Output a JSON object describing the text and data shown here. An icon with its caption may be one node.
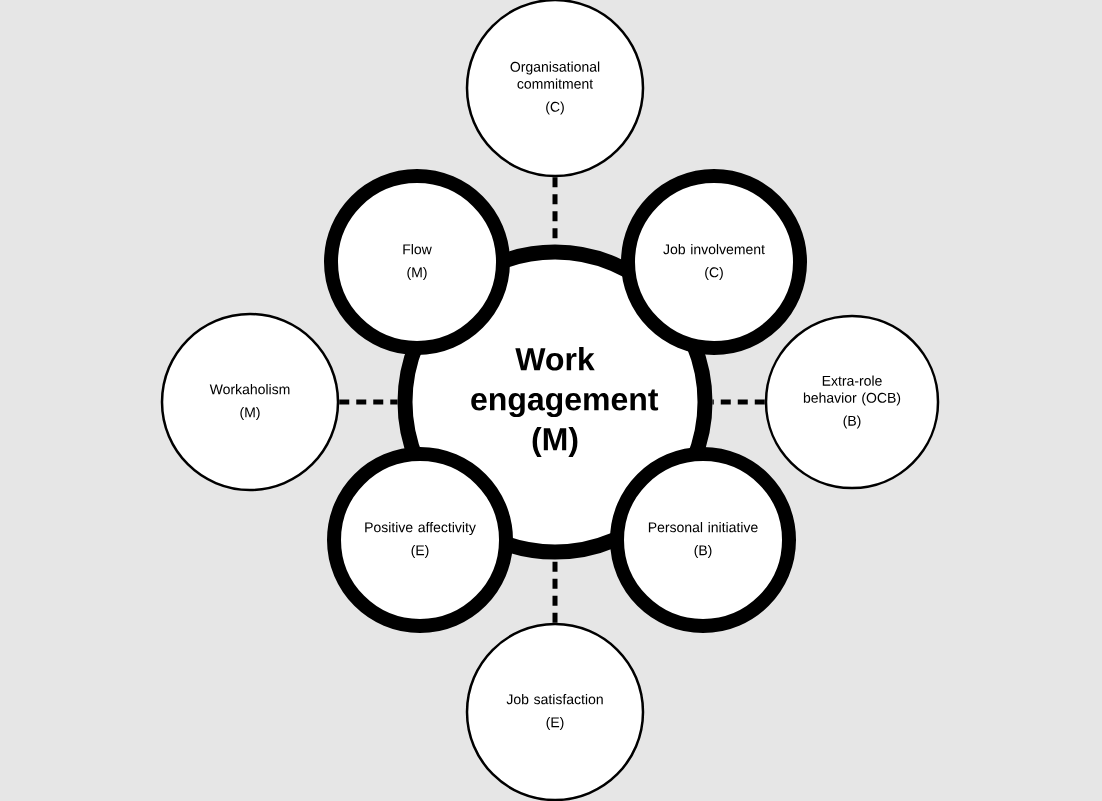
{
  "diagram": {
    "nodes": [
      {
        "text": [
          "Organisational commitment",
          "(C)"
        ]
      },
      {
        "text": [
          "Flow",
          "(M)"
        ]
      },
      {
        "text": [
          "Job involvement",
          "(C)"
        ]
      },
      {
        "text": [
          "Workaholism",
          "(M)"
        ]
      },
      {
        "text": [
          "Work engagement (M)"
        ]
      },
      {
        "text": [
          "Extra-role behavior (OCB)",
          "(B)"
        ]
      },
      {
        "text": [
          "Positive affectivity",
          "(E)"
        ]
      },
      {
        "text": [
          "Personal initiative",
          "(B)"
        ]
      },
      {
        "text": [
          "Job satisfaction",
          "(E)"
        ]
      }
    ],
    "edges": [
      {
        "from": 0,
        "to": 4,
        "arrow": "none",
        "style": "dashed"
      },
      {
        "from": 3,
        "to": 4,
        "arrow": "none",
        "style": "dashed"
      },
      {
        "from": 5,
        "to": 4,
        "arrow": "none",
        "style": "dashed"
      },
      {
        "from": 8,
        "to": 4,
        "arrow": "none",
        "style": "dashed"
      }
    ]
  }
}
